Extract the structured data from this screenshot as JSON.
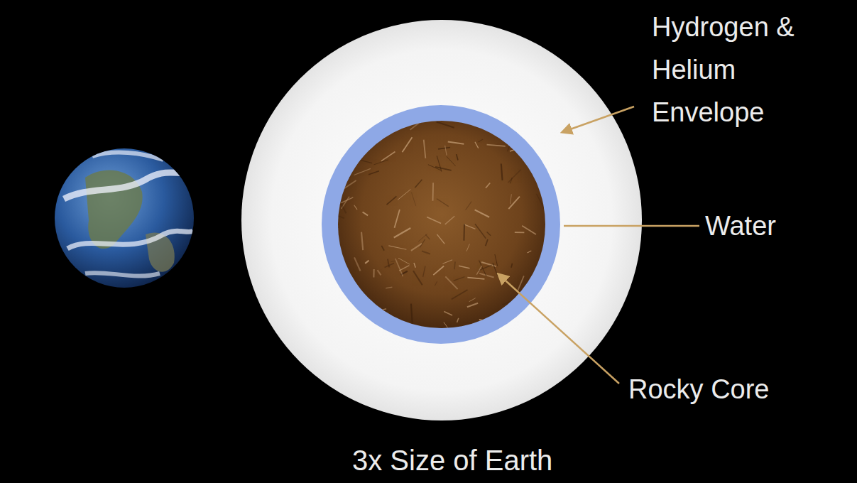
{
  "diagram": {
    "labels": [
      "Hydrogen & Helium Envelope",
      "Water",
      "Rocky Core",
      "3x Size of Earth"
    ]
  }
}
